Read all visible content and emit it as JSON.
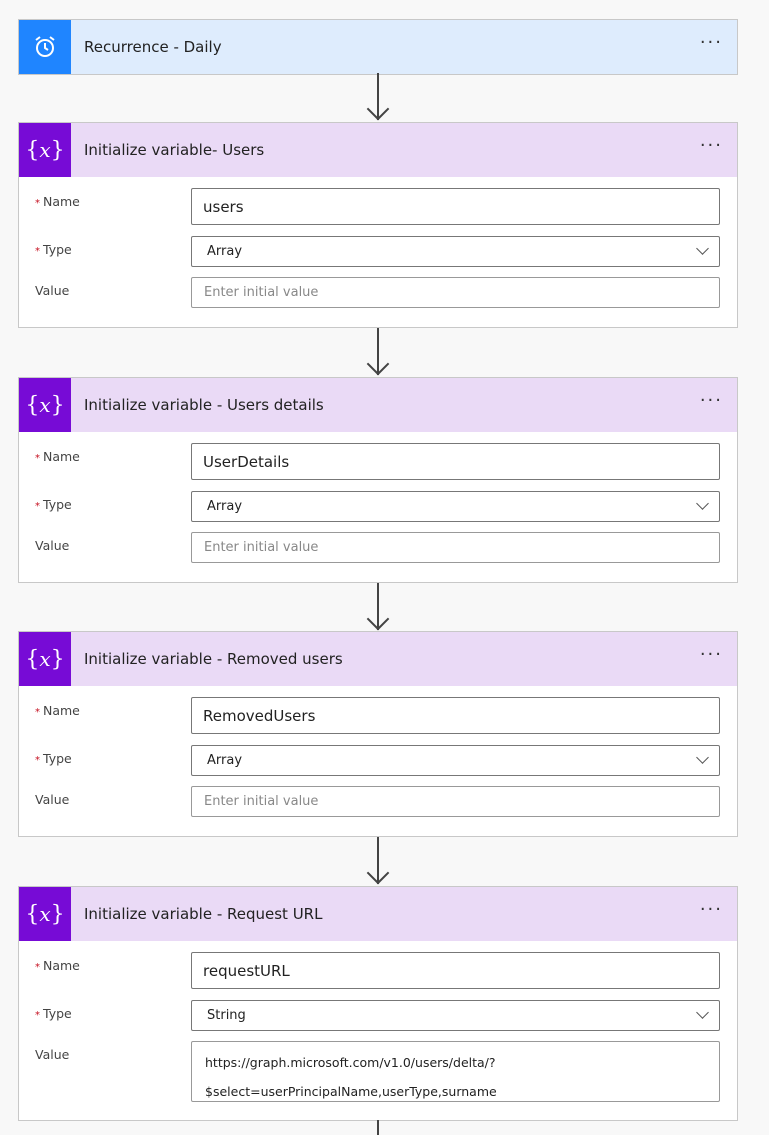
{
  "trigger": {
    "title": "Recurrence - Daily",
    "icon": "alarm-clock-icon",
    "color": "#1f85ff",
    "bg": "#deecfd"
  },
  "more_label": "···",
  "required_marker": "*",
  "labels": {
    "name": "Name",
    "type": "Type",
    "value": "Value"
  },
  "value_placeholder": "Enter initial value",
  "actions": [
    {
      "title": "Initialize variable- Users",
      "name": "users",
      "type": "Array"
    },
    {
      "title": "Initialize variable - Users details",
      "name": "UserDetails",
      "type": "Array"
    },
    {
      "title": "Initialize variable - Removed users",
      "name": "RemovedUsers",
      "type": "Array"
    },
    {
      "title": "Initialize variable - Request URL",
      "name": "requestURL",
      "type": "String",
      "value_lines": [
        "https://graph.microsoft.com/v1.0/users/delta/?",
        "$select=userPrincipalName,userType,surname"
      ]
    }
  ],
  "colors": {
    "variable_icon": "#770bd6",
    "variable_header": "#eadaf6"
  }
}
